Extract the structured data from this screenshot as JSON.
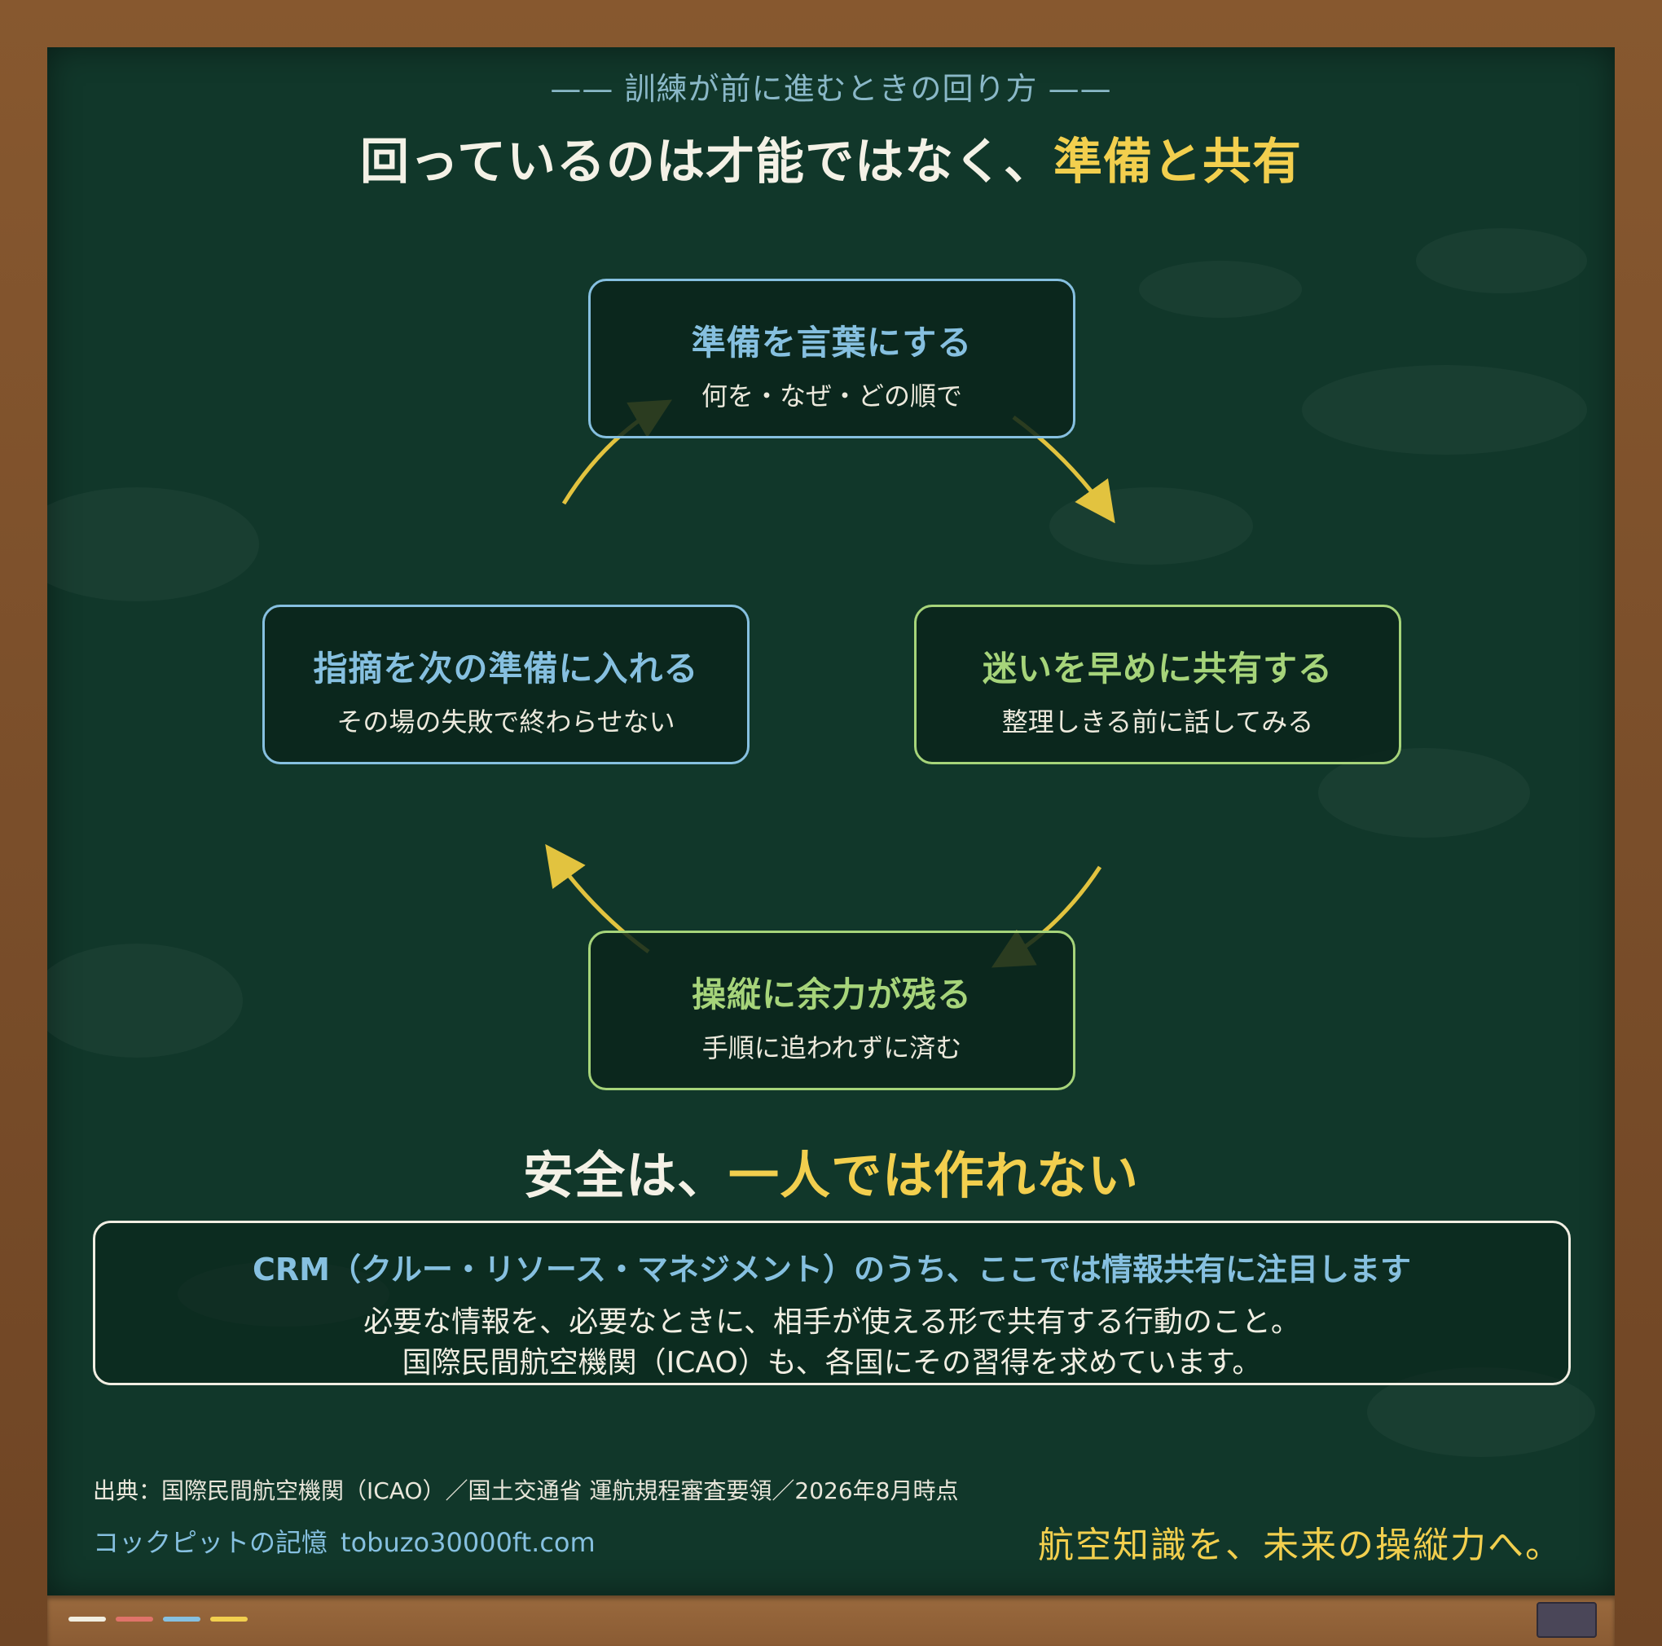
{
  "header": {
    "kicker": "—— 訓練が前に進むときの回り方 ——",
    "title_plain": "回っているのは才能ではなく、",
    "title_highlight": "準備と共有"
  },
  "cycle": {
    "top": {
      "title": "準備を言葉にする",
      "subtitle": "何を・なぜ・どの順で"
    },
    "right": {
      "title": "迷いを早めに共有する",
      "subtitle": "整理しきる前に話してみる"
    },
    "bottom": {
      "title": "操縦に余力が残る",
      "subtitle": "手順に追われずに済む"
    },
    "left": {
      "title": "指摘を次の準備に入れる",
      "subtitle": "その場の失敗で終わらせない"
    }
  },
  "tagline": {
    "plain": "安全は、",
    "highlight": "一人では作れない"
  },
  "crm": {
    "heading": "CRM（クルー・リソース・マネジメント）のうち、ここでは情報共有に注目します",
    "line1": "必要な情報を、必要なときに、相手が使える形で共有する行動のこと。",
    "line2": "国際民間航空機関（ICAO）も、各国にその習得を求めています。"
  },
  "footer": {
    "source": "出典：国際民間航空機関（ICAO）／国土交通省 運航規程審査要領／2026年8月時点",
    "brand_name": "コックピットの記憶",
    "brand_url": "tobuzo30000ft.com",
    "slogan": "航空知識を、未来の操縦力へ。"
  },
  "colors": {
    "board": "#11372a",
    "frame": "#7a4f2c",
    "blue_accent": "#86c0e0",
    "green_accent": "#a6d47a",
    "yellow_accent": "#f2cf4e",
    "arrow": "#e2c33f",
    "chalk_white": "#f1eee2",
    "chalk_red": "#e0736a",
    "chalk_blue": "#86c0e0",
    "chalk_yellow": "#f2cf4e"
  }
}
